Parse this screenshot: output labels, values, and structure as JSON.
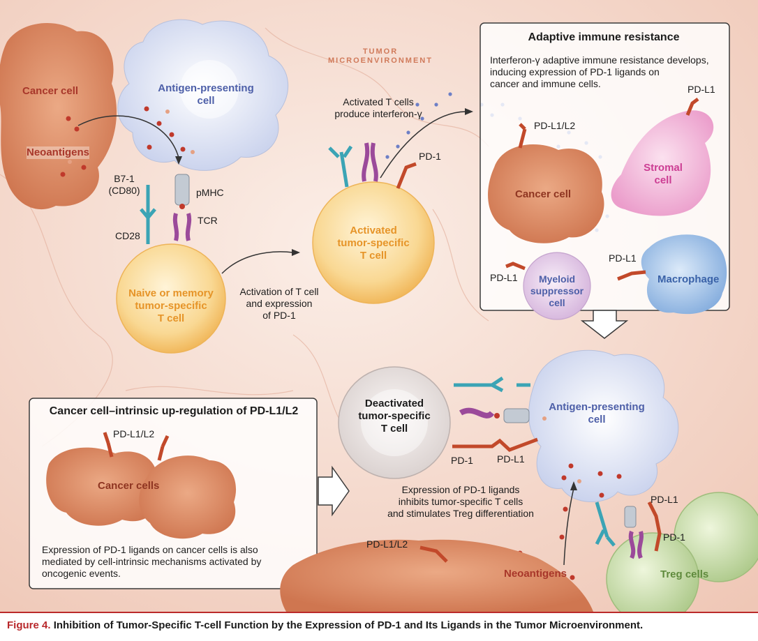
{
  "labels": {
    "tumor_microenvironment": [
      "TUMOR",
      "MICROENVIRONMENT"
    ],
    "cancer_cell_tl": "Cancer cell",
    "neoantigens_tl": "Neoantigens",
    "apc_top": [
      "Antigen-presenting",
      "cell"
    ],
    "b7": [
      "B7-1",
      "(CD80)"
    ],
    "pmhc": "pMHC",
    "tcr": "TCR",
    "cd28": "CD28",
    "naive": [
      "Naive or memory",
      "tumor-specific",
      "T cell"
    ],
    "activation": [
      "Activation of T cell",
      "and expression",
      "of PD-1"
    ],
    "activated_produce": [
      "Activated T cells",
      "produce interferon-γ"
    ],
    "pd1_top": "PD-1",
    "activated_cell": [
      "Activated",
      "tumor-specific",
      "T cell"
    ],
    "deactivated": [
      "Deactivated",
      "tumor-specific",
      "T cell"
    ],
    "apc_bottom": [
      "Antigen-presenting",
      "cell"
    ],
    "pd1_mid": "PD-1",
    "pdl1_mid": "PD-L1",
    "expression_bottom": [
      "Expression of PD-1 ligands",
      "inhibits tumor-specific T cells",
      "and stimulates Treg differentiation"
    ],
    "pdl1l2_bottom": "PD-L1/L2",
    "neoantigens_bottom": "Neoantigens",
    "pdl1_treg": "PD-L1",
    "pd1_treg": "PD-1",
    "treg": "Treg cells"
  },
  "adaptive_box": {
    "title": "Adaptive immune resistance",
    "text": [
      "Interferon-γ adaptive immune resistance develops,",
      "inducing expression of PD-1 ligands on",
      "cancer and immune cells."
    ],
    "pdl1_stromal": "PD-L1",
    "pdl1l2": "PD-L1/L2",
    "stromal": [
      "Stromal",
      "cell"
    ],
    "cancer": "Cancer cell",
    "pdl1_myeloid": "PD-L1",
    "myeloid": [
      "Myeloid",
      "suppressor",
      "cell"
    ],
    "pdl1_macro": "PD-L1",
    "macrophage": "Macrophage"
  },
  "intrinsic_box": {
    "title": "Cancer cell–intrinsic up-regulation of PD-L1/L2",
    "pdl1l2": "PD-L1/L2",
    "cancer_cells": "Cancer cells",
    "text": [
      "Expression of PD-1 ligands on cancer cells is also",
      "mediated by cell-intrinsic mechanisms activated by",
      "oncogenic events."
    ]
  },
  "caption": {
    "figure_label": "Figure 4.",
    "title": "Inhibition of Tumor-Specific T-cell Function by the Expression of PD-1 and Its Ligands in the Tumor Microenvironment."
  },
  "colors": {
    "cancer": "#e0906a",
    "t_cell": "#f6c060",
    "apc": "#dfe5f5",
    "stromal": "#f3b6d9",
    "myeloid": "#ecd5ee",
    "macrophage": "#a7c4e8",
    "treg": "#cfe2b0",
    "ligand": "#c2492a",
    "accent_red": "#b8282b"
  }
}
